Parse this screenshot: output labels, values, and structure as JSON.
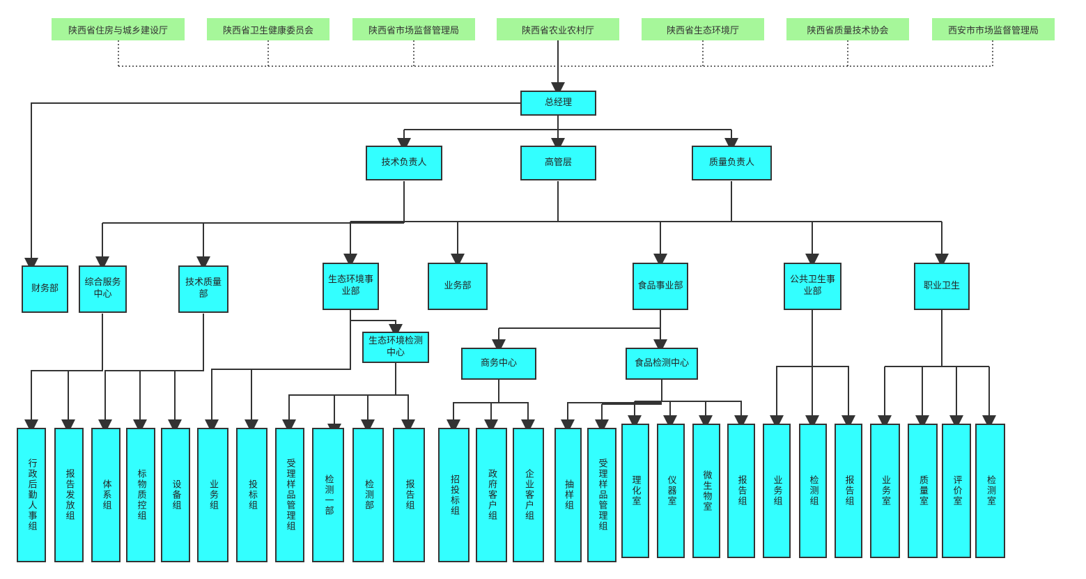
{
  "regulators": [
    "陕西省住房与城乡建设厅",
    "陕西省卫生健康委员会",
    "陕西省市场监督管理局",
    "陕西省农业农村厅",
    "陕西省生态环境厅",
    "陕西省质量技术协会",
    "西安市市场监督管理局"
  ],
  "gm": "总经理",
  "level2": [
    "技术负责人",
    "高管层",
    "质量负责人"
  ],
  "departments": [
    "财务部",
    "综合服务中心",
    "技术质量部",
    "生态环境事业部",
    "业务部",
    "食品事业部",
    "公共卫生事业部",
    "职业卫生"
  ],
  "sub_centers": [
    "生态环境检测中心",
    "商务中心",
    "食品检测中心"
  ],
  "leaves": [
    "行政后勤人事组",
    "报告发放组",
    "体系组",
    "标物质控组",
    "设备组",
    "业务组",
    "投标组",
    "受理样品管理组",
    "检测一部",
    "检测部",
    "报告组",
    "招投标组",
    "政府客户组",
    "企业客户组",
    "抽样组",
    "受理样品管理组",
    "理化室",
    "仪器室",
    "微生物室",
    "报告组",
    "业务组",
    "检测组",
    "报告组",
    "业务室",
    "质量室",
    "评价室",
    "检测室"
  ],
  "colors": {
    "regulator": "#a6f79a",
    "node": "#33ffff",
    "border": "#333333"
  }
}
